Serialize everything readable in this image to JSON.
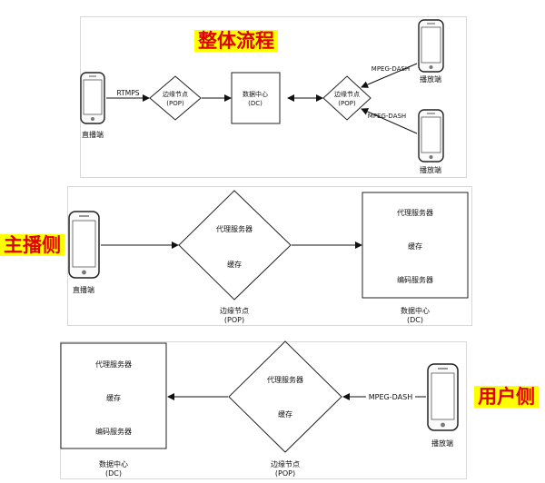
{
  "sections": {
    "overview": {
      "title": "整体流程",
      "broadcaster": "直播端",
      "rtmps": "RTMPS",
      "edge": [
        "边缘节点",
        "(POP)"
      ],
      "dc": [
        "数据中心",
        "(DC)"
      ],
      "edge2": [
        "边缘节点",
        "(POP)"
      ],
      "proto1": "MPEG-DASH",
      "proto2": "MPEG-DASH",
      "player1": "播放端",
      "player2": "播放端"
    },
    "host": {
      "title": "主播侧",
      "device": "直播端",
      "diamond": [
        "代理服务器",
        "缓存"
      ],
      "diamond_caption": [
        "边缘节点",
        "(POP)"
      ],
      "box": [
        "代理服务器",
        "缓存",
        "编码服务器"
      ],
      "box_caption": [
        "数据中心",
        "(DC)"
      ]
    },
    "user": {
      "title": "用户侧",
      "box": [
        "代理服务器",
        "缓存",
        "编码服务器"
      ],
      "box_caption": [
        "数据中心",
        "(DC)"
      ],
      "diamond": [
        "代理服务器",
        "缓存"
      ],
      "diamond_caption": [
        "边缘节点",
        "(POP)"
      ],
      "proto": "MPEG-DASH",
      "device": "播放端"
    }
  },
  "colors": {
    "highlight_bg": "#ffff00",
    "highlight_fg": "#e00000",
    "line": "#111111"
  }
}
